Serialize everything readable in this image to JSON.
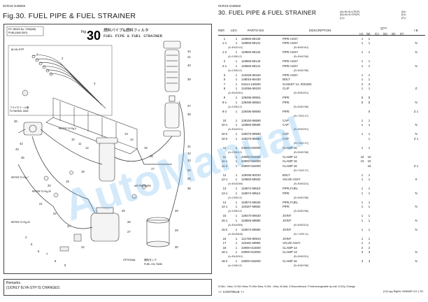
{
  "left": {
    "catalog_code": "0CR10-G45602",
    "figure_title": "Fig.30.  FUEL PIPE & FUEL STRAINER",
    "diagram": {
      "fig_label": "Fig",
      "fig_number": "30",
      "title_jp": "燃料パイプ&燃料フィルタ",
      "title_en": "FUEL PIPE & FUEL STRAINER",
      "stamp": [
        "P/C NEWS No. 7039(455)",
        "PUBL(1845-3302)"
      ],
      "model_tag": "6LYA-STP",
      "refer_notes": [
        "REFER TO Fig.2",
        "REFER TO Fig.7",
        "REFER TO Fig.29",
        "REFER TO Fig.29"
      ],
      "notes": [
        "フライホイール側",
        "FLYWHEEL SIDE",
        "OPTIONAL",
        "燃料タンク",
        "FUEL OIL TANK",
        "AIR PRESSURE"
      ],
      "callouts": [
        "44",
        "41",
        "40",
        "39",
        "37",
        "38",
        "10",
        "11",
        "12",
        "13",
        "14",
        "15",
        "16",
        "17",
        "18",
        "19",
        "20",
        "21",
        "22",
        "23",
        "24",
        "25",
        "26",
        "27",
        "28",
        "29",
        "30",
        "31",
        "32",
        "33",
        "34",
        "35",
        "36",
        "42",
        "43",
        "45",
        "46",
        "4",
        "5",
        "6",
        "7",
        "8",
        "9",
        "1",
        "2",
        "3"
      ]
    },
    "remarks": {
      "title": "Remarks",
      "line1": "(1)ONLY 6LYA-STP IS CHANGED."
    }
  },
  "right": {
    "catalog_code": "0CR10-G45602",
    "title": "30.  FUEL PIPE & FUEL STRAINER",
    "kubun": [
      {
        "code": "(A)=6LYA-UTE(P)",
        "mark": "(D)="
      },
      {
        "code": "(B)=6LYA-STE(P)",
        "mark": "(E)="
      },
      {
        "code": "(C)=",
        "mark": "(F)="
      }
    ],
    "headers": {
      "ref": "REF.",
      "lev": "LEV.",
      "pn": "PARTS NO.",
      "desc": "DESCRIPTION",
      "qty": "QTY",
      "ib": "I  B",
      "q_a": "(A)",
      "q_b": "(B)",
      "q_c": "(C)",
      "q_d": "(D)",
      "q_e": "(E)",
      "q_f": "(F)"
    },
    "rows": [
      {
        "ref": "1",
        "lev": "1",
        "pn": "119593-59130",
        "desc": "PIPE ASSY",
        "a": "1",
        "b": "1",
        "i": ""
      },
      {
        "ref": "1-1",
        "lev": "1",
        "pn": "119593-59131",
        "desc": "PIPE ASSY",
        "a": "1",
        "b": "1",
        "i": "N"
      },
      {
        "sub": true,
        "left": "(A=E#40141)",
        "right": "(B=E#50161)"
      },
      {
        "ref": "1-2",
        "lev": "1",
        "pn": "119593-59132",
        "desc": "PIPE ASSY",
        "a": "1",
        "b": "1",
        "i": "N"
      },
      {
        "sub": true,
        "left": "(A=1998.12)",
        "right": "(B=E#50788)"
      },
      {
        "ref": "2",
        "lev": "1",
        "pn": "119593-59140",
        "desc": "PIPE ASSY",
        "a": "1",
        "b": "1",
        "i": ""
      },
      {
        "ref": "2-1",
        "lev": "1",
        "pn": "119593-59141",
        "desc": "PIPE ASSY",
        "a": "1",
        "b": "1",
        "i": "N"
      },
      {
        "sub": true,
        "left": "(A=1998.12)",
        "right": "(B=E#50788)"
      },
      {
        "ref": "3",
        "lev": "1",
        "pn": "123325-59420",
        "desc": "PIPE ASSY",
        "a": "1",
        "b": "1",
        "i": ""
      },
      {
        "ref": "5",
        "lev": "1",
        "pn": "148016-59430",
        "desc": "BOLT",
        "a": "1",
        "b": "1",
        "i": ""
      },
      {
        "ref": "7",
        "lev": "1",
        "pn": "23414-140000",
        "desc": "GASKET 14, ROUND",
        "a": "2",
        "b": "2",
        "i": ""
      },
      {
        "ref": "8",
        "lev": "1",
        "pn": "124056-59100",
        "desc": "CLIP",
        "a": "1",
        "b": "1",
        "i": "Z"
      },
      {
        "sub": true,
        "left": "(A=E#40261)",
        "right": "(B=E#50251)"
      },
      {
        "ref": "9",
        "lev": "1",
        "pn": "129495-59551",
        "desc": "PIPE",
        "a": "5",
        "b": "5",
        "i": ""
      },
      {
        "ref": "9-1",
        "lev": "1",
        "pn": "129495-59553",
        "desc": "PIPE",
        "a": "5",
        "b": "5",
        "i": "N"
      },
      {
        "sub": true,
        "left": "(A=1998.12)",
        "right": "(B=E#50788)"
      },
      {
        "ref": "9-2",
        "lev": "1",
        "pn": "129495-59560",
        "desc": "PIPE",
        "a": "",
        "b": "5",
        "i": "Z 1"
      },
      {
        "sub": true,
        "left": "",
        "right": "(B=\"2002.07)"
      },
      {
        "ref": "10",
        "lev": "1",
        "pn": "129150-59590",
        "desc": "CAP",
        "a": "1",
        "b": "1",
        "i": ""
      },
      {
        "ref": "10-1",
        "lev": "1",
        "pn": "119593-59590",
        "desc": "CAP",
        "a": "1",
        "b": "1",
        "i": "N"
      },
      {
        "sub": true,
        "left": "(A=E#40201)",
        "right": "(B=E#50251)"
      },
      {
        "ref": "10-2",
        "lev": "1",
        "pn": "129270-59590",
        "desc": "CAP",
        "a": "1",
        "b": "1",
        "i": "N"
      },
      {
        "ref": "10-2",
        "lev": "1",
        "pn": "129270-59590",
        "desc": "CAP",
        "a": "",
        "b": "1",
        "i": "Z 1"
      },
      {
        "sub": true,
        "left": "",
        "right": "(B=\"2002.07)"
      },
      {
        "ref": "11",
        "lev": "1",
        "pn": "23000-016000",
        "desc": "CLAMP 16",
        "a": "1",
        "b": "1",
        "i": ""
      },
      {
        "sub": true,
        "left": "(A=1998.12)",
        "right": "(B=E#50788)"
      },
      {
        "ref": "11",
        "lev": "1",
        "pn": "23000-013000",
        "desc": "CLAMP 13",
        "a": "10",
        "b": "10",
        "i": ""
      },
      {
        "ref": "11-1",
        "lev": "1",
        "pn": "23000-016000",
        "desc": "CLAMP 16",
        "a": "10",
        "b": "10",
        "i": ""
      },
      {
        "ref": "11-2",
        "lev": "1",
        "pn": "23000-016000",
        "desc": "CLAMP 16",
        "a": "",
        "b": "10",
        "i": "Z 1"
      },
      {
        "sub": true,
        "left": "",
        "right": "(B=\"2002.07)"
      },
      {
        "ref": "12",
        "lev": "1",
        "pn": "129495-92020",
        "desc": "BOLT",
        "a": "1",
        "b": "1",
        "i": ""
      },
      {
        "ref": "12-1",
        "lev": "1",
        "pn": "119593-59920",
        "desc": "VALVE ASSY",
        "a": "1",
        "b": "1",
        "i": "S"
      },
      {
        "sub": true,
        "left": "(A=E#40269)",
        "right": "(B=E#50324)"
      },
      {
        "ref": "13",
        "lev": "1",
        "pn": "119574-59510",
        "desc": "PIPE,FUEL",
        "a": "1",
        "b": "1",
        "i": ""
      },
      {
        "ref": "13-1",
        "lev": "1",
        "pn": "119574-59512",
        "desc": "PIPE",
        "a": "1",
        "b": "1",
        "i": "N"
      },
      {
        "sub": true,
        "left": "(A=1998.12)",
        "right": "(B=E#50788)"
      },
      {
        "ref": "14",
        "lev": "1",
        "pn": "119574-59530",
        "desc": "PIPE,FUEL",
        "a": "1",
        "b": "1",
        "i": ""
      },
      {
        "ref": "14-1",
        "lev": "1",
        "pn": "119187-59562",
        "desc": "PIPE",
        "a": "1",
        "b": "1",
        "i": "N"
      },
      {
        "sub": true,
        "left": "(A=1998.12)",
        "right": "(B=E#50788)"
      },
      {
        "ref": "15",
        "lev": "1",
        "pn": "129470-59530",
        "desc": "JOINT",
        "a": "1",
        "b": "1",
        "i": ""
      },
      {
        "ref": "15-1",
        "lev": "1",
        "pn": "119593-59880",
        "desc": "JOINT",
        "a": "1",
        "b": "1",
        "i": "N"
      },
      {
        "sub": true,
        "left": "(A=E#40569)",
        "right": "(B=E#50324)"
      },
      {
        "ref": "15-2",
        "lev": "1",
        "pn": "119574-59960",
        "desc": "JOINT",
        "a": "1",
        "b": "1",
        "i": "N"
      },
      {
        "sub": true,
        "left": "(A=E#40845)",
        "right": "(B=\"1999.11)"
      },
      {
        "ref": "16",
        "lev": "1",
        "pn": "121750-59910",
        "desc": "JOINT",
        "a": "1",
        "b": "1",
        "i": ""
      },
      {
        "ref": "17",
        "lev": "1",
        "pn": "119181-59950",
        "desc": "VALVE ASSY",
        "a": "1",
        "b": "1",
        "i": ""
      },
      {
        "ref": "18",
        "lev": "1",
        "pn": "23000-013000",
        "desc": "CLAMP 13",
        "a": "2",
        "b": "2",
        "i": ""
      },
      {
        "ref": "18-1",
        "lev": "1",
        "pn": "23000-013000",
        "desc": "CLAMP 13",
        "a": "3",
        "b": "3",
        "i": "N"
      },
      {
        "sub": true,
        "left": "(A=E#40261)",
        "right": "(B=E#50251)"
      },
      {
        "ref": "18-2",
        "lev": "1",
        "pn": "23000-016000",
        "desc": "CLAMP 16",
        "a": "3",
        "b": "3",
        "i": "N"
      },
      {
        "sub": true,
        "left": "(A=1998.12)",
        "right": "(B=E#50788)"
      }
    ],
    "footer_legend": "N:Old⇔New,  O:Old⇒New,  R:Old⇐New,  S:Old⇔New,  W:Add,  Z:Discontinued,  F:Interchangeable by unit,  K1/2/y Change",
    "continue": "++ CONTINUE ++",
    "copyright": "(C)Copy Rights YANMAR CO.,LTD."
  },
  "watermark": {
    "text": "AutoManual",
    "color": "#3aa0e8"
  }
}
